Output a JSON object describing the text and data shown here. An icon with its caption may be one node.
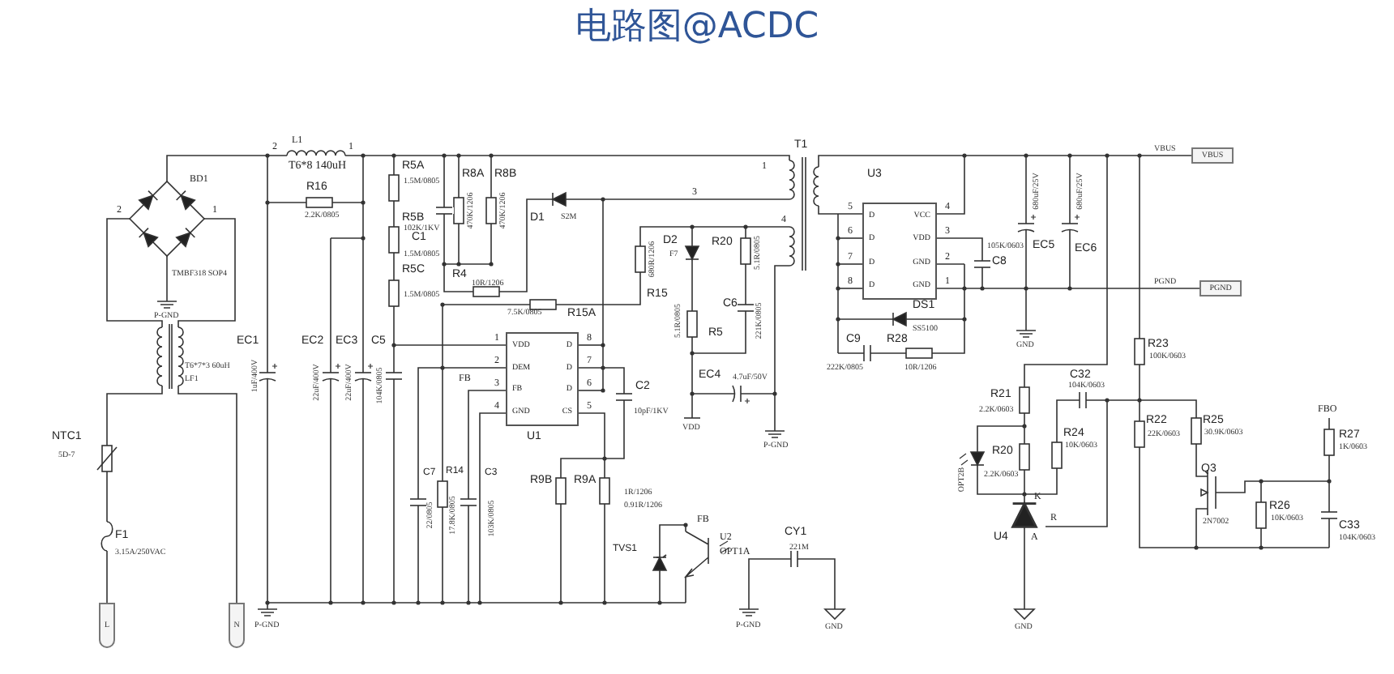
{
  "diagram": {
    "title": "电路图@ACDC",
    "nodes": [
      {
        "text": [
          "VDD",
          "D",
          "DEM",
          "D",
          "FB",
          "D",
          "GND",
          "CS"
        ],
        "beside": [
          "U1",
          "1",
          "2",
          "3",
          "4",
          "8",
          "7",
          "6",
          "5"
        ]
      },
      {
        "text": [
          "D",
          "VCC",
          "D",
          "VDD",
          "D",
          "GND",
          "D",
          "GND"
        ],
        "beside": [
          "U3",
          "5",
          "6",
          "7",
          "8",
          "4",
          "3",
          "2",
          "1"
        ]
      },
      {
        "text": [
          "VBUS"
        ]
      },
      {
        "text": [
          "PGND"
        ]
      },
      {
        "text": [
          "L"
        ]
      },
      {
        "text": [
          "N"
        ]
      }
    ],
    "edges": [
      {
        "from": 1,
        "to": 2,
        "arrow": "none"
      },
      {
        "from": 1,
        "to": 3,
        "arrow": "none"
      }
    ],
    "labels": [
      "2",
      "L1",
      "1",
      "T6*8 140uH",
      "BD1",
      "2",
      "1",
      "TMBF318 SOP4",
      "P-GND",
      "T6*7*3 60uH",
      "LF1",
      "NTC1",
      "5D-7",
      "F1",
      "3.15A/250VAC",
      "EC1",
      "1uF/400V",
      "P-GND",
      "R16",
      "2.2K/0805",
      "EC2",
      "22uF/400V",
      "EC3",
      "22uF/400V",
      "C5",
      "104K/0805",
      "R5A",
      "1.5M/0805",
      "R5B",
      "102K/1KV",
      "C1",
      "1.5M/0805",
      "R5C",
      "1.5M/0805",
      "R8A",
      "470K/1206",
      "R8B",
      "470K/1206",
      "R4",
      "10R/1206",
      "D1",
      "S2M",
      "D2",
      "F7",
      "R15",
      "680R/1206",
      "R15A",
      "7.5K/0805",
      "FB",
      "C2",
      "10pF/1KV",
      "C7",
      "22/0805",
      "R14",
      "17.8K/0805",
      "C3",
      "103K/0805",
      "R9B",
      "R9A",
      "1R/1206",
      "0.91R/1206",
      "TVS1",
      "FB",
      "U2",
      "OPT1A",
      "CY1",
      "221M",
      "P-GND",
      "GND",
      "R5",
      "5.1R/0805",
      "R20",
      "5.1R/0805",
      "C6",
      "221K/0805",
      "EC4",
      "4.7uF/50V",
      "VDD",
      "P-GND",
      "T1",
      "1",
      "3",
      "4",
      "105K/0603",
      "C8",
      "680uF/25V",
      "EC5",
      "680uF/25V",
      "EC6",
      "GND",
      "DS1",
      "SS5100",
      "C9",
      "222K/0805",
      "R28",
      "10R/1206",
      "VBUS",
      "PGND",
      "R23",
      "100K/0603",
      "R21",
      "2.2K/0603",
      "C32",
      "104K/0603",
      "R20",
      "2.2K/0603",
      "OPT2B",
      "R24",
      "10K/0603",
      "R22",
      "22K/0603",
      "R25",
      "30.9K/0603",
      "Q3",
      "2N7002",
      "FBO",
      "R27",
      "1K/0603",
      "R26",
      "10K/0603",
      "C33",
      "104K/0603",
      "U4",
      "A",
      "K",
      "R",
      "GND"
    ]
  }
}
